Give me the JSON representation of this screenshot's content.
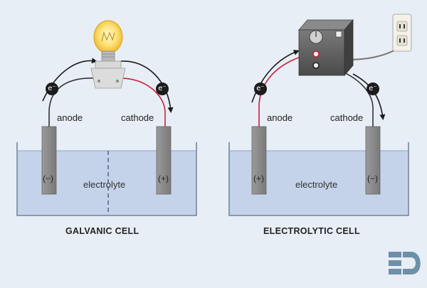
{
  "galvanic": {
    "title": "GALVANIC CELL",
    "anode_label": "anode",
    "cathode_label": "cathode",
    "electrolyte_label": "electrolyte",
    "left_sign": "(−)",
    "right_sign": "(+)",
    "electron_symbol": "e⁻"
  },
  "electrolytic": {
    "title": "ELECTROLYTIC CELL",
    "anode_label": "anode",
    "cathode_label": "cathode",
    "electrolyte_label": "electrolyte",
    "left_sign": "(+)",
    "right_sign": "(−)",
    "electron_symbol": "e⁻"
  },
  "colors": {
    "background": "#e8eef5",
    "electrolyte": "#c5d3ea",
    "electrode": "#8f8f8f",
    "wire_red": "#c8203a",
    "wire_dark": "#333333",
    "arrow": "#1a1a1a"
  },
  "icons": {
    "light_bulb": "light-bulb-icon",
    "power_supply": "power-supply-icon",
    "wall_outlet": "wall-outlet-icon",
    "logo": "logo-icon"
  }
}
